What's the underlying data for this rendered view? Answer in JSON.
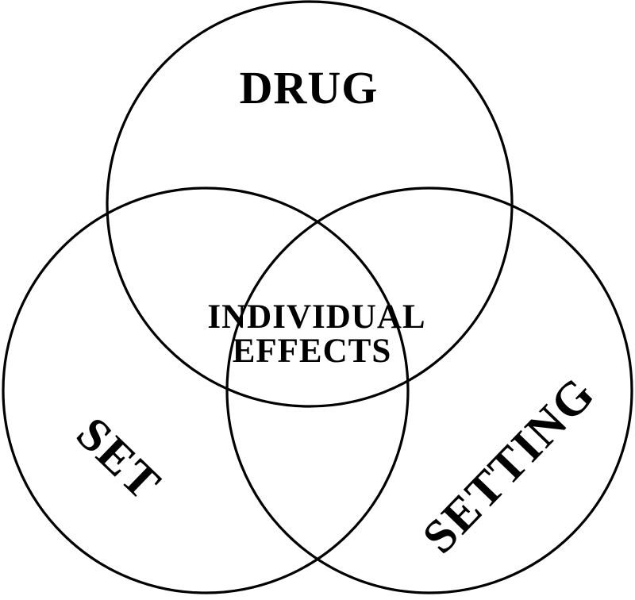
{
  "diagram": {
    "kind": "venn-3",
    "background_color": "#ffffff",
    "stroke_color": "#000000",
    "text_color": "#000000",
    "circles": [
      {
        "id": "drug",
        "label": "DRUG",
        "position": "top"
      },
      {
        "id": "set",
        "label": "SET",
        "position": "bottom-left"
      },
      {
        "id": "setting",
        "label": "SETTING",
        "position": "bottom-right"
      }
    ],
    "center_overlap": {
      "line1": "INDIVIDUAL",
      "line2": "EFFECTS"
    }
  }
}
